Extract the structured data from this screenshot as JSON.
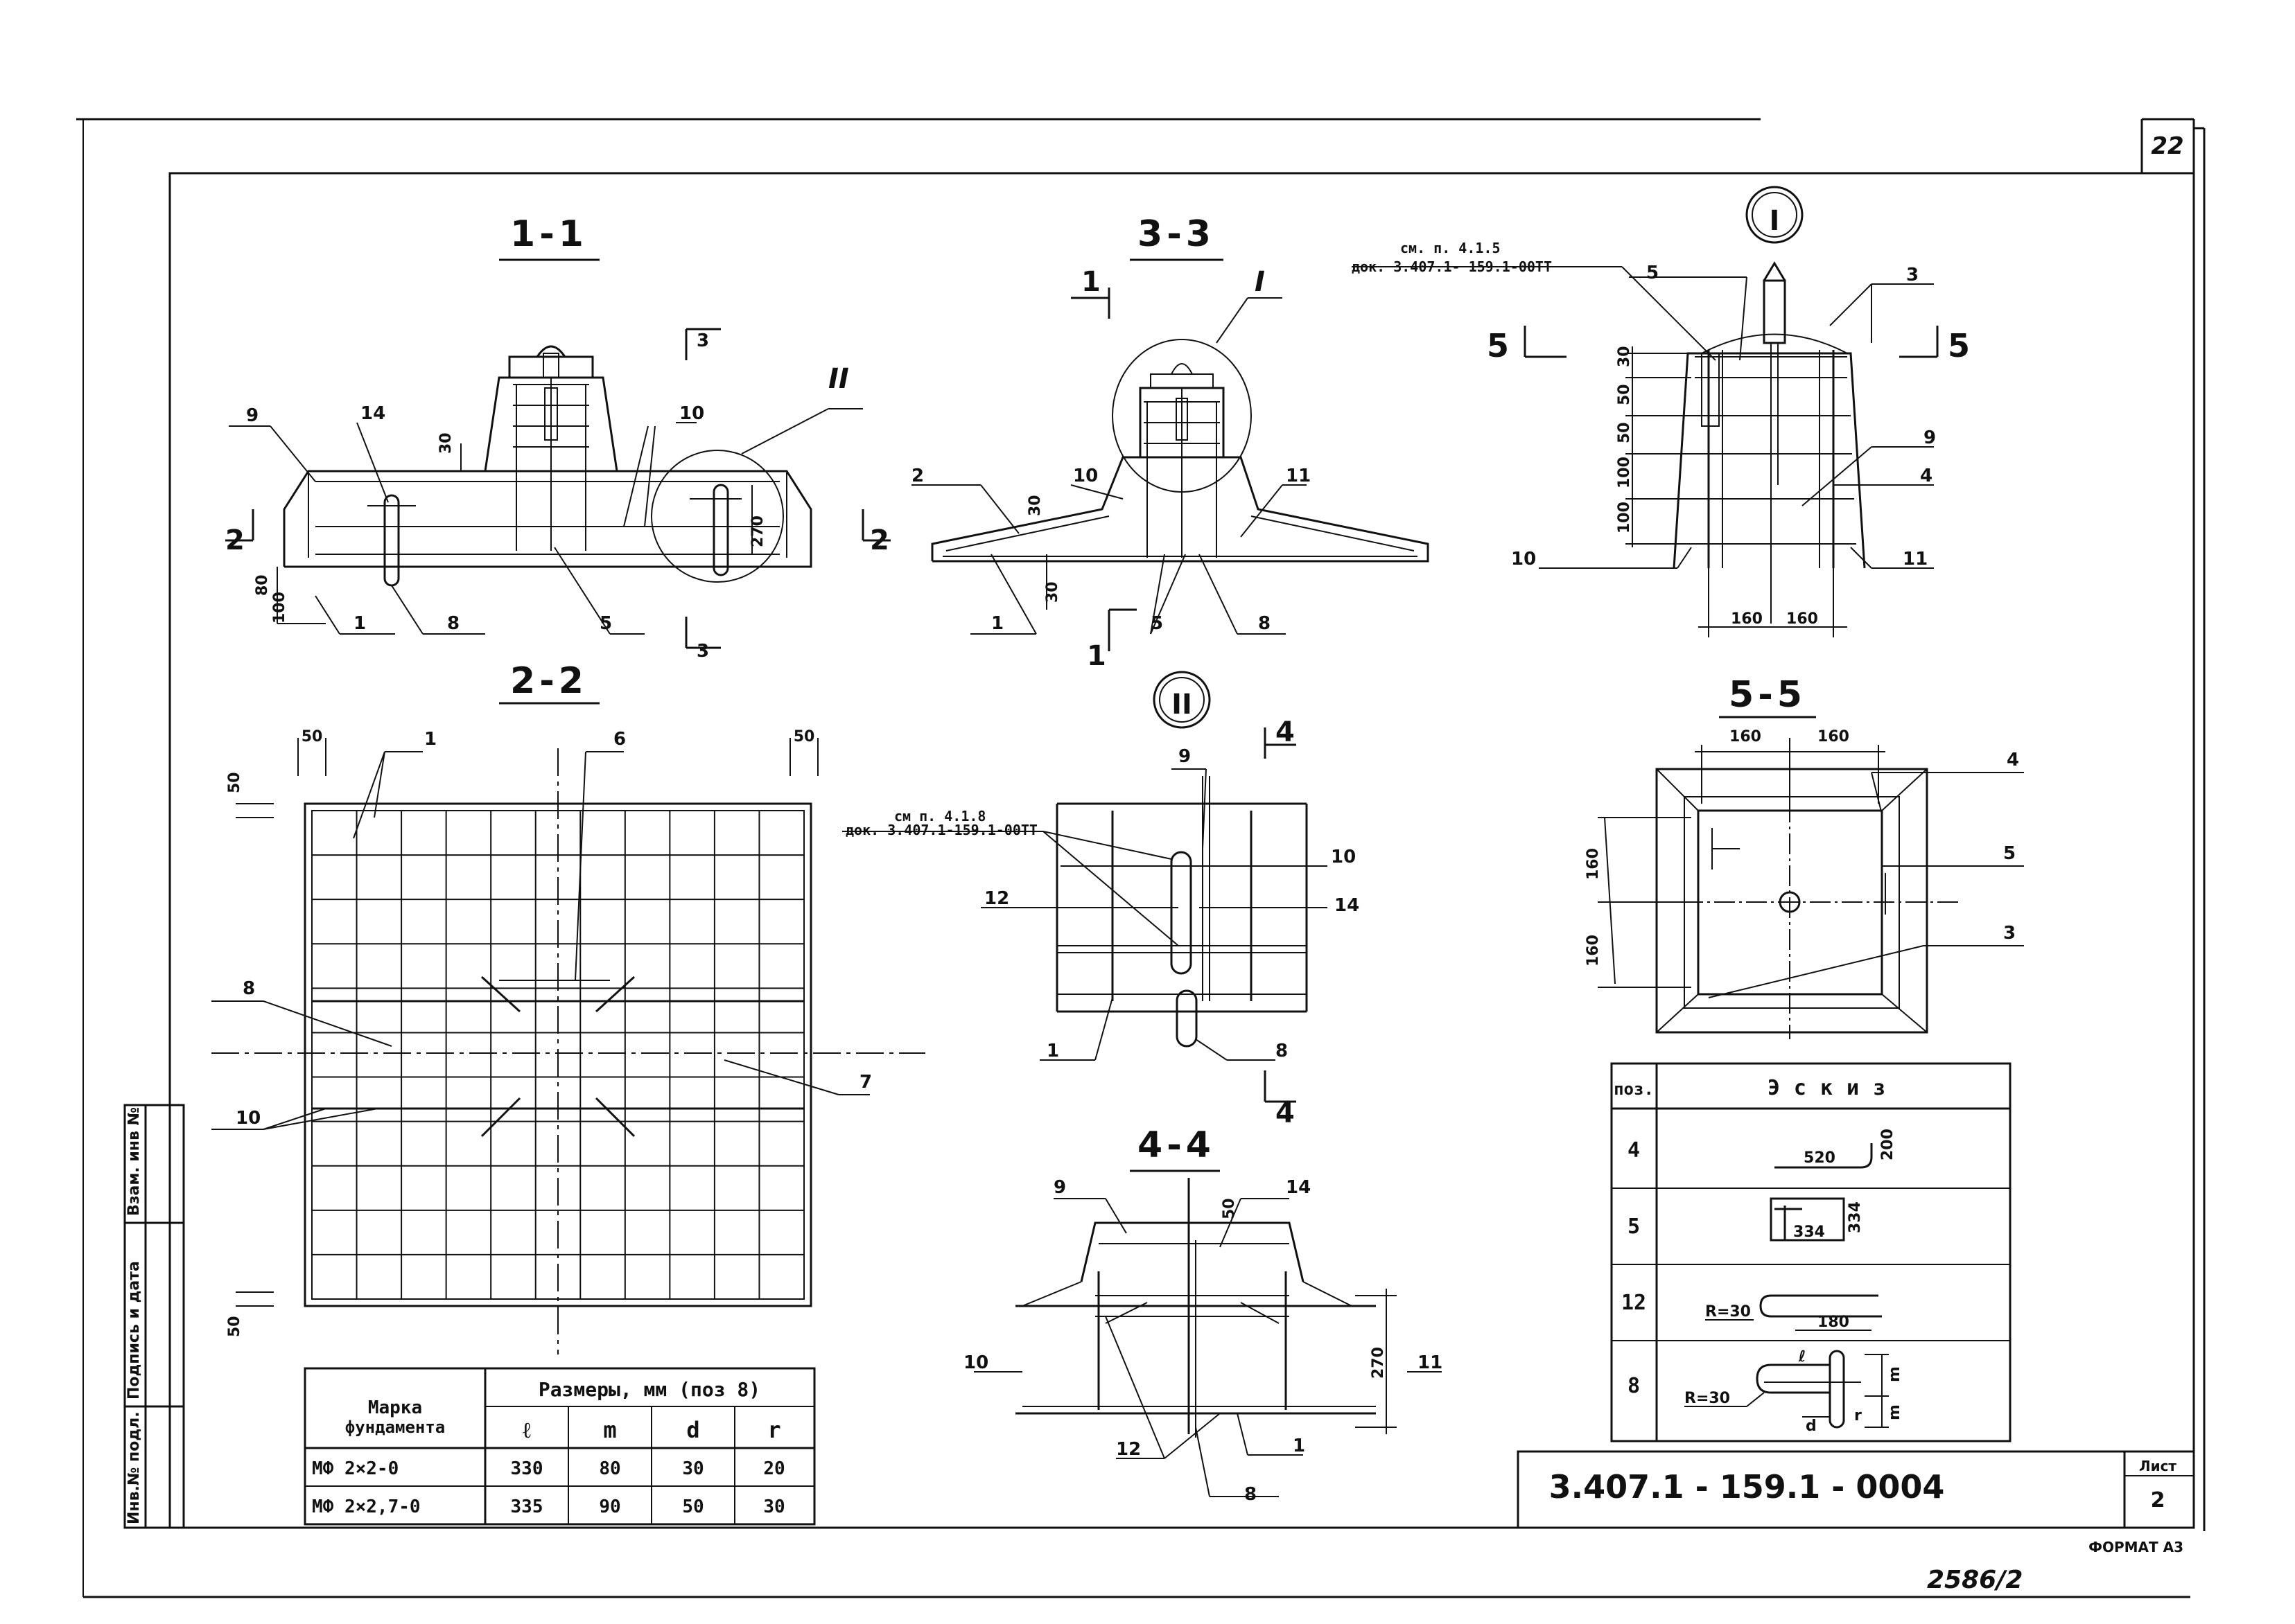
{
  "sheet": {
    "page_number": "22",
    "document_code": "3.407.1 - 159.1 - 0004",
    "sheet_label": "Лист",
    "sheet_number": "2",
    "format_label": "ФОРМАТ А3",
    "handwritten_number": "2586/2",
    "side_stamp": [
      "Инв.№ подл.",
      "Подпись и дата",
      "Взам. инв №"
    ]
  },
  "sections": {
    "s11": "1-1",
    "s22": "2-2",
    "s33": "3-3",
    "s44": "4-4",
    "s55": "5-5",
    "nodeI": "I",
    "nodeII": "II"
  },
  "cuts": {
    "c1": "1",
    "c2": "2",
    "c3": "3",
    "c4": "4",
    "c5": "5"
  },
  "positions": {
    "p1": "1",
    "p3": "3",
    "p4": "4",
    "p5": "5",
    "p6": "6",
    "p7": "7",
    "p8": "8",
    "p9": "9",
    "p10": "10",
    "p11": "11",
    "p12": "12",
    "p14": "14"
  },
  "notes": {
    "ref1_line1": "см. п. 4.1.5",
    "ref1_line2": "док. 3.407.1- 159.1-00ТТ",
    "ref2_line1": "см п. 4.1.8",
    "ref2_line2": "док. 3.407.1-159.1-00ТТ"
  },
  "dims": {
    "d30": "30",
    "d50": "50",
    "d100": "100",
    "d160": "160",
    "d270": "270",
    "d80": "80",
    "r30": "R=30",
    "d520": "520",
    "d200": "200",
    "d334": "334",
    "d180": "180"
  },
  "size_table": {
    "header_mark": [
      "Марка",
      "фундамента"
    ],
    "header_sizes": "Размеры, мм (поз 8)",
    "columns": [
      "ℓ",
      "m",
      "d",
      "r"
    ],
    "rows": [
      {
        "mark": "МФ 2×2-0",
        "l": "330",
        "m": "80",
        "d": "30",
        "r": "20"
      },
      {
        "mark": "МФ 2×2,7-0",
        "l": "335",
        "m": "90",
        "d": "50",
        "r": "30"
      }
    ]
  },
  "sketch_table": {
    "header_pos": "поз.",
    "header_sketch": "Эскиз",
    "rows": [
      {
        "pos": "4",
        "dims": [
          "520",
          "200"
        ]
      },
      {
        "pos": "5",
        "dims": [
          "334",
          "334"
        ]
      },
      {
        "pos": "12",
        "dims": [
          "R=30",
          "180"
        ]
      },
      {
        "pos": "8",
        "dims": [
          "R=30",
          "ℓ",
          "m",
          "m",
          "d",
          "r"
        ]
      }
    ]
  }
}
